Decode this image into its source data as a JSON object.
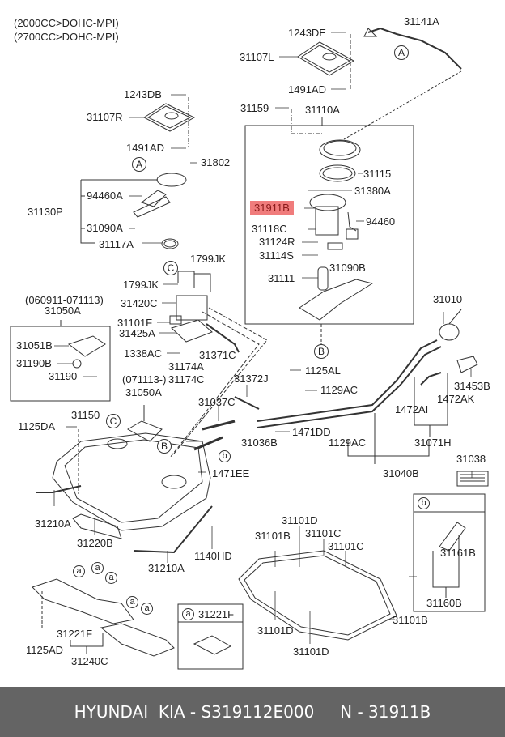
{
  "header": {
    "engine_notes": [
      "(2000CC>DOHC-MPI)",
      "(2700CC>DOHC-MPI)"
    ]
  },
  "highlight": {
    "part_number": "31911B",
    "color": "#f07c7c"
  },
  "labels": {
    "p1243DE": "1243DE",
    "p31107L": "31107L",
    "p1491AD_r": "1491AD",
    "p31141A": "31141A",
    "p31159": "31159",
    "p31110A": "31110A",
    "p31115": "31115",
    "p31380A": "31380A",
    "p94460": "94460",
    "p31118C": "31118C",
    "p31124R": "31124R",
    "p31114S": "31114S",
    "p31090B": "31090B",
    "p31111": "31111",
    "p1243DB": "1243DB",
    "p31107R": "31107R",
    "p1491AD_l": "1491AD",
    "p31802": "31802",
    "p94460A": "94460A",
    "p31130P": "31130P",
    "p31090A": "31090A",
    "p31117A": "31117A",
    "p1799JK_a": "1799JK",
    "p1799JK_b": "1799JK",
    "p31420C": "31420C",
    "p31101F": "31101F",
    "p31425A": "31425A",
    "p1338AC": "1338AC",
    "p31371C": "31371C",
    "date_range_1": "(060911-071113)",
    "p31050A_1": "31050A",
    "p31051B": "31051B",
    "p31190B": "31190B",
    "p31190": "31190",
    "p31174A": "31174A",
    "date_range_2": "(071113-)",
    "p31174C": "31174C",
    "p31050A_2": "31050A",
    "p31372J": "31372J",
    "p1125AL": "1125AL",
    "p1129AC_a": "1129AC",
    "p31037C": "31037C",
    "p1471DD": "1471DD",
    "p31036B": "31036B",
    "p1471EE": "1471EE",
    "p1129AC_b": "1129AC",
    "p31040B": "31040B",
    "p31010": "31010",
    "p31453B": "31453B",
    "p1472AK": "1472AK",
    "p1472AI": "1472AI",
    "p31071H": "31071H",
    "p31038": "31038",
    "p1125DA": "1125DA",
    "p31150": "31150",
    "p31210A_a": "31210A",
    "p31220B": "31220B",
    "p31210A_b": "31210A",
    "p1140HD": "1140HD",
    "p1125AD": "1125AD",
    "p31221F": "31221F",
    "p31240C": "31240C",
    "p31101D_a": "31101D",
    "p31101B_a": "31101B",
    "p31101C_a": "31101C",
    "p31101C_b": "31101C",
    "p31101D_b": "31101D",
    "p31101D_c": "31101D",
    "p31101B_b": "31101B",
    "p31161B": "31161B",
    "p31160B": "31160B"
  },
  "legend_boxes": {
    "a": {
      "marker": "a",
      "part": "31221F"
    },
    "b": {
      "marker": "b"
    }
  },
  "callouts": {
    "A": "A",
    "B": "B",
    "C": "C",
    "a": "a",
    "b": "b"
  },
  "footer": {
    "brand": "HYUNDAI  KIA",
    "sep1": " - ",
    "oem_number": "S319112E000",
    "gap": "     ",
    "n_prefix": "N",
    "sep2": " - ",
    "part_number": "31911B"
  }
}
